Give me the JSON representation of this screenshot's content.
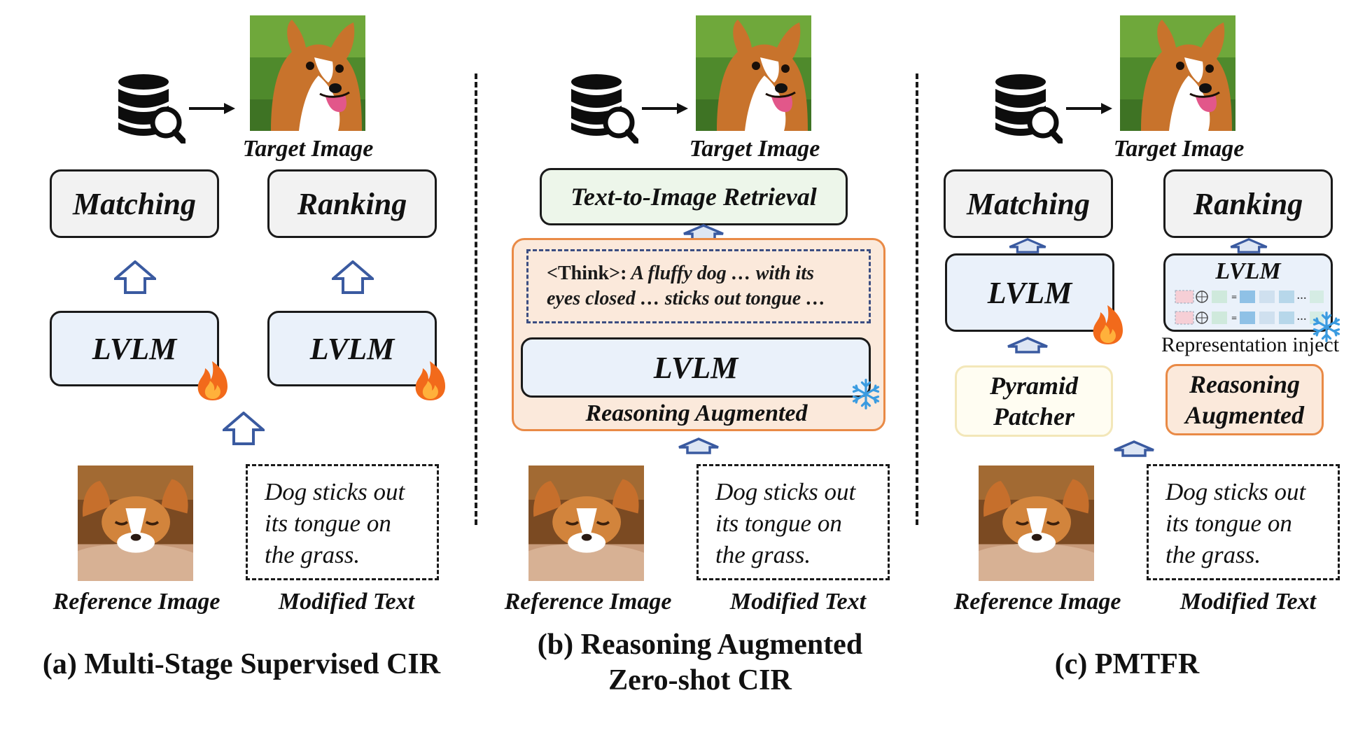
{
  "panels": {
    "a": {
      "target_label": "Target Image",
      "matching": "Matching",
      "ranking": "Ranking",
      "lvlm_left": "LVLM",
      "lvlm_right": "LVLM",
      "reference_label": "Reference Image",
      "modified_label": "Modified Text",
      "modified_text": [
        "Dog sticks out",
        "its tongue on",
        "the grass."
      ],
      "caption": "(a) Multi-Stage Supervised CIR"
    },
    "b": {
      "target_label": "Target Image",
      "retrieval": "Text-to-Image Retrieval",
      "think_tag": "<Think>:",
      "think_line1": "A fluffy dog … with its",
      "think_line2": "eyes closed … sticks out tongue …",
      "lvlm": "LVLM",
      "reasoning": "Reasoning Augmented",
      "reference_label": "Reference Image",
      "modified_label": "Modified Text",
      "modified_text": [
        "Dog sticks out",
        "its tongue on",
        "the grass."
      ],
      "caption_line1": "(b) Reasoning Augmented",
      "caption_line2": "Zero-shot CIR"
    },
    "c": {
      "target_label": "Target Image",
      "matching": "Matching",
      "ranking": "Ranking",
      "lvlm_left": "LVLM",
      "lvlm_right": "LVLM",
      "representation": "Representation inject",
      "pyramid": [
        "Pyramid",
        "Patcher"
      ],
      "reasoning": [
        "Reasoning",
        "Augmented"
      ],
      "reference_label": "Reference Image",
      "modified_label": "Modified Text",
      "modified_text": [
        "Dog sticks out",
        "its tongue on",
        "the grass."
      ],
      "caption": "(c) PMTFR"
    }
  },
  "icons": {
    "database": "database-search-icon",
    "arrow_right": "arrow-right-icon",
    "arrow_up": "hollow-up-arrow-icon",
    "fire": "flame-icon",
    "snowflake": "snowflake-icon",
    "target_photo": "corgi-tongue-photo",
    "reference_photo": "sleeping-puppy-photo"
  },
  "colors": {
    "arrow_outline": "#3a5aa0",
    "box_blue": "#eaf1fa",
    "box_gray": "#f2f2f2",
    "orange": "#e98a46",
    "flame": "#f26a1b",
    "snow": "#3a9be0"
  }
}
